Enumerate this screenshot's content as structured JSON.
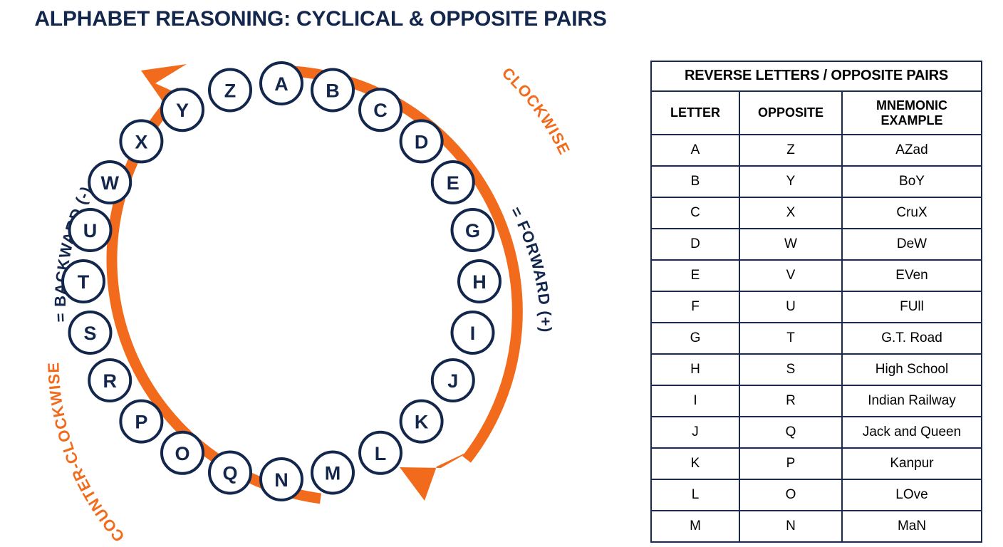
{
  "page": {
    "title": "ALPHABET REASONING: CYCLICAL & OPPOSITE PAIRS",
    "background_color": "#ffffff",
    "navy": "#13264c",
    "orange": "#f26b1d"
  },
  "diagram": {
    "name": "alphabet-circle",
    "circle_letters": [
      "A",
      "B",
      "C",
      "D",
      "E",
      "G",
      "H",
      "I",
      "J",
      "K",
      "L",
      "M",
      "N",
      "Q",
      "O",
      "P",
      "R",
      "S",
      "T",
      "U",
      "W",
      "X",
      "Y",
      "Z"
    ],
    "clockwise_label": {
      "orange_text": "CLOCKWISE",
      "navy_text": "= FORWARD (+)"
    },
    "counter_clockwise_label": {
      "orange_text": "COUNTER-CLOCKWISE",
      "navy_text": "= BACKWARD (-)"
    }
  },
  "table": {
    "title": "REVERSE LETTERS / OPPOSITE PAIRS",
    "columns": [
      "LETTER",
      "OPPOSITE",
      "MNEMONIC EXAMPLE"
    ],
    "rows": [
      {
        "letter": "A",
        "opposite": "Z",
        "mnemonic": "AZad"
      },
      {
        "letter": "B",
        "opposite": "Y",
        "mnemonic": "BoY"
      },
      {
        "letter": "C",
        "opposite": "X",
        "mnemonic": "CruX"
      },
      {
        "letter": "D",
        "opposite": "W",
        "mnemonic": "DeW"
      },
      {
        "letter": "E",
        "opposite": "V",
        "mnemonic": "EVen"
      },
      {
        "letter": "F",
        "opposite": "U",
        "mnemonic": "FUll"
      },
      {
        "letter": "G",
        "opposite": "T",
        "mnemonic": "G.T. Road"
      },
      {
        "letter": "H",
        "opposite": "S",
        "mnemonic": "High School"
      },
      {
        "letter": "I",
        "opposite": "R",
        "mnemonic": "Indian Railway"
      },
      {
        "letter": "J",
        "opposite": "Q",
        "mnemonic": "Jack and Queen"
      },
      {
        "letter": "K",
        "opposite": "P",
        "mnemonic": "Kanpur"
      },
      {
        "letter": "L",
        "opposite": "O",
        "mnemonic": "LOve"
      },
      {
        "letter": "M",
        "opposite": "N",
        "mnemonic": "MaN"
      }
    ]
  }
}
